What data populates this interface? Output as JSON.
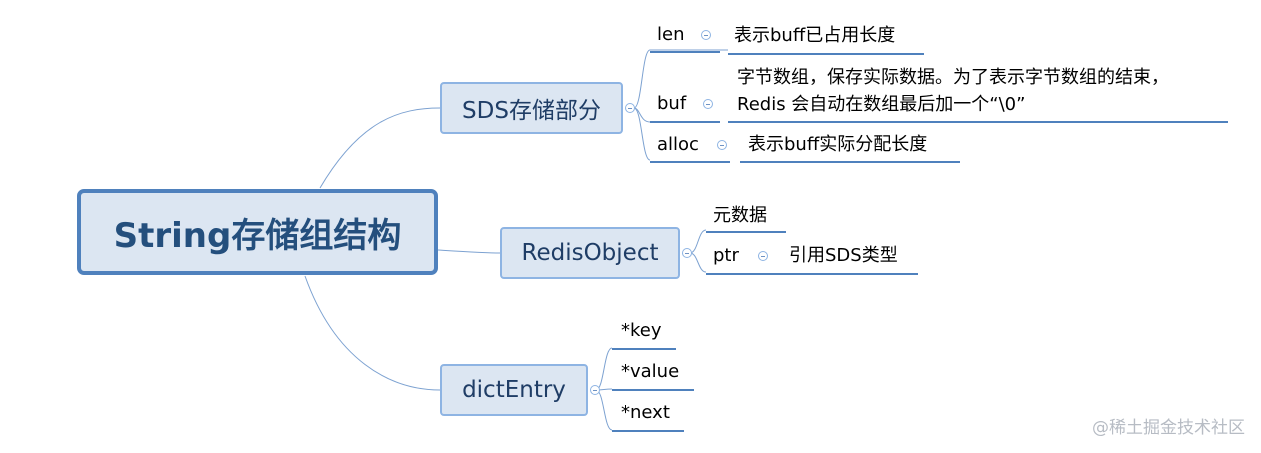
{
  "root": {
    "title": "String存储组结构"
  },
  "branches": {
    "sds": {
      "title": "SDS存储部分",
      "len": {
        "label": "len",
        "desc": "表示buff已占用长度"
      },
      "buf": {
        "label": "buf",
        "desc_line1": "字节数组，保存实际数据。为了表示字节数组的结束，",
        "desc_line2": "Redis 会自动在数组最后加一个“\\0”"
      },
      "alloc": {
        "label": "alloc",
        "desc": "表示buff实际分配长度"
      }
    },
    "redis_object": {
      "title": "RedisObject",
      "metadata": {
        "label": "元数据"
      },
      "ptr": {
        "label": "ptr",
        "desc": "引用SDS类型"
      }
    },
    "dict_entry": {
      "title": "dictEntry",
      "key": {
        "label": "*key"
      },
      "value": {
        "label": "*value"
      },
      "next": {
        "label": "*next"
      }
    }
  },
  "watermark": "@稀土掘金技术社区",
  "colors": {
    "box_fill": "#dce6f2",
    "box_border": "#8eb4e3",
    "root_border": "#4f81bd",
    "connector": "#7da2d1",
    "underline": "#4f81bd"
  }
}
